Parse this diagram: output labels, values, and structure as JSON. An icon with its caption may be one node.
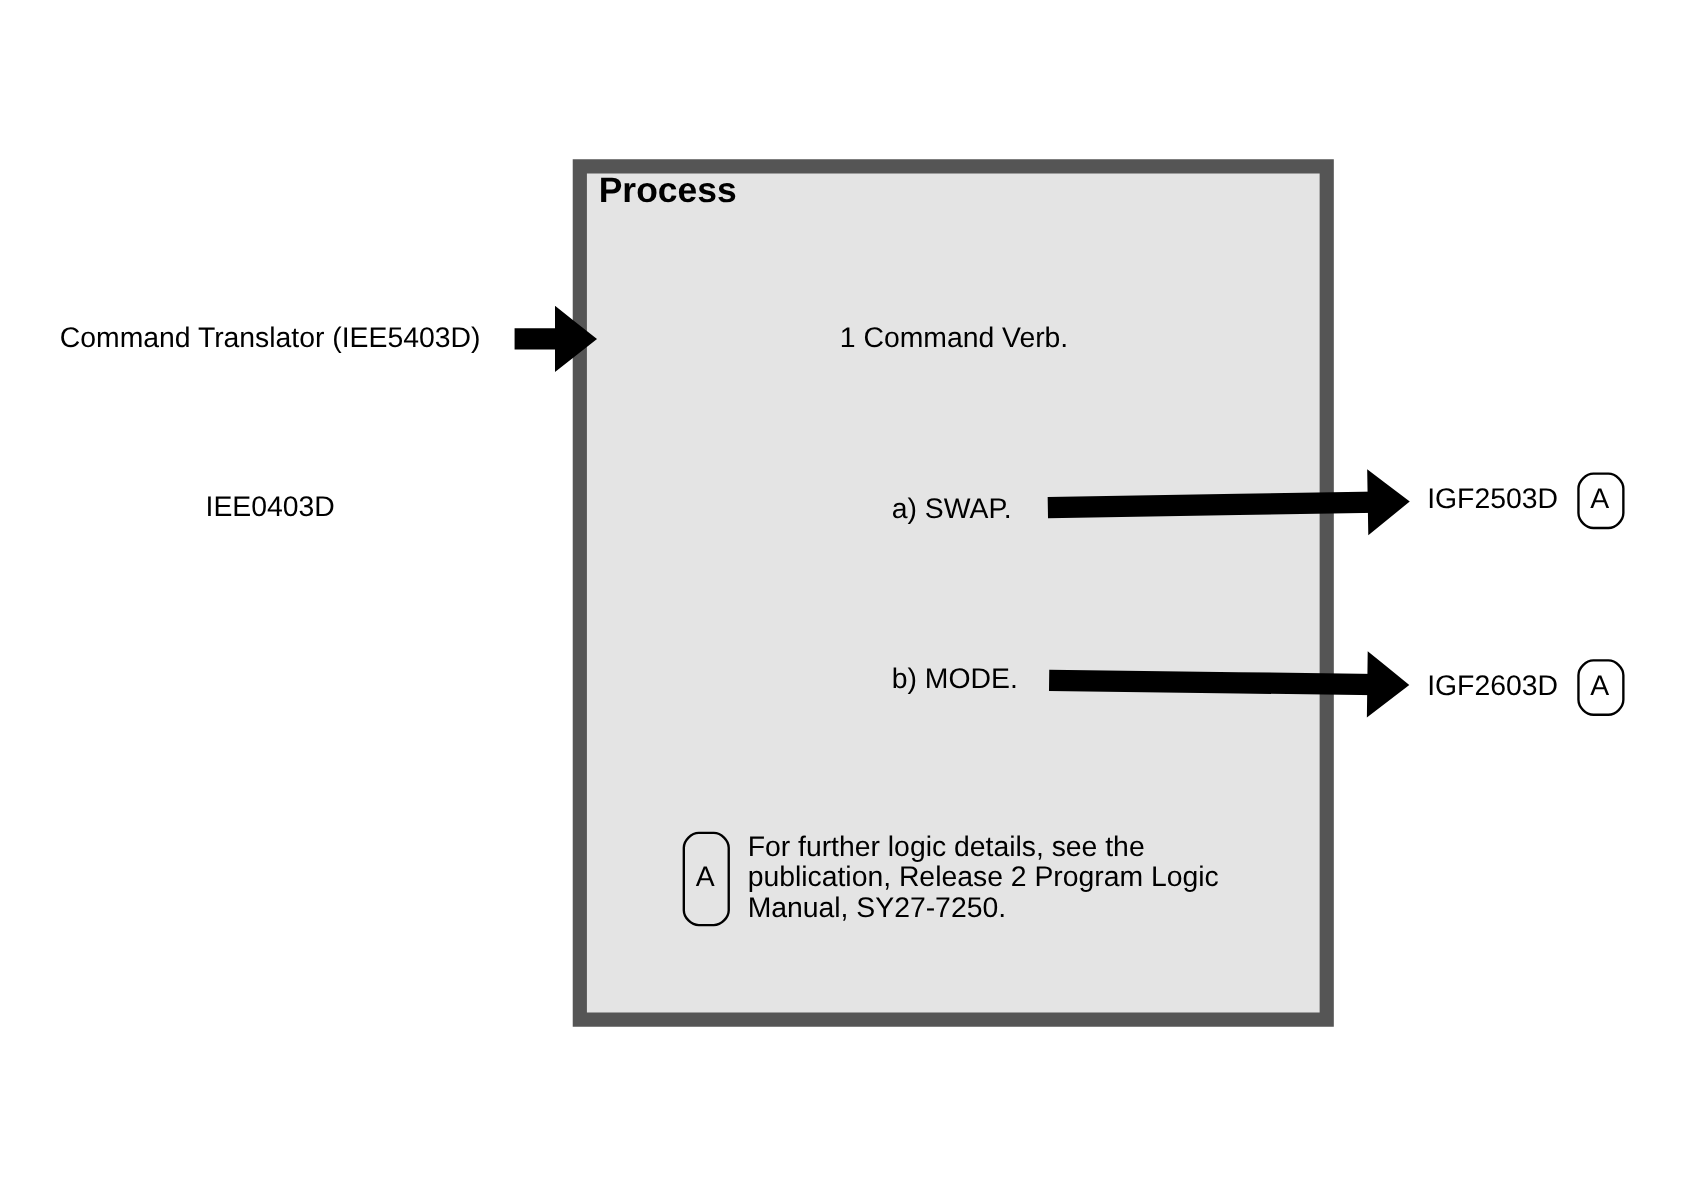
{
  "diagram": {
    "nodes": [
      {
        "text": [
          "Process"
        ]
      },
      {
        "text": [
          "Command Translator (IEE5403D)"
        ]
      },
      {
        "text": [
          "1 Command Verb."
        ],
        "in": 0
      },
      {
        "text": [
          "a) SWAP."
        ],
        "in": 0
      },
      {
        "text": [
          "b) MODE."
        ],
        "in": 0
      },
      {
        "text": [
          "A",
          "For further logic details, see the publication, Release 2 Program Logic Manual, SY27-7250."
        ],
        "in": 0
      },
      {
        "text": [
          "IGF2503D",
          "A"
        ]
      },
      {
        "text": [
          "IGF2603D",
          "A"
        ]
      }
    ],
    "edges": [
      {
        "from": 1,
        "to": 0,
        "arrow": "to"
      },
      {
        "from": 3,
        "to": 6,
        "arrow": "to"
      },
      {
        "from": 4,
        "to": 7,
        "arrow": "to"
      }
    ],
    "labels": [
      "IEE0403D"
    ]
  }
}
